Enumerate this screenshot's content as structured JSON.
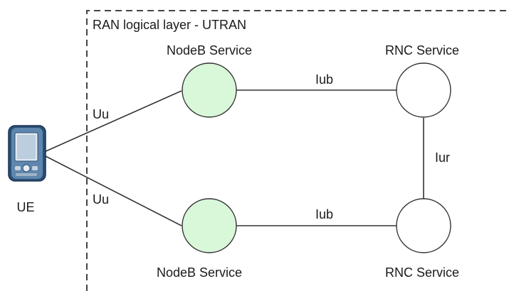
{
  "region": {
    "title": "RAN logical layer - UTRAN"
  },
  "ue": {
    "label": "UE"
  },
  "nodes": {
    "nodeb_top": {
      "label": "NodeB Service",
      "fill": "#d9f7d9"
    },
    "nodeb_bottom": {
      "label": "NodeB Service",
      "fill": "#d9f7d9"
    },
    "rnc_top": {
      "label": "RNC Service",
      "fill": "#ffffff"
    },
    "rnc_bottom": {
      "label": "RNC Service",
      "fill": "#ffffff"
    }
  },
  "links": {
    "uu_top": "Uu",
    "uu_bottom": "Uu",
    "iub_top": "Iub",
    "iub_bottom": "Iub",
    "iur": "Iur"
  },
  "colors": {
    "line": "#333333",
    "boundary": "#444444",
    "nodeb_fill": "#d9f7d9"
  }
}
